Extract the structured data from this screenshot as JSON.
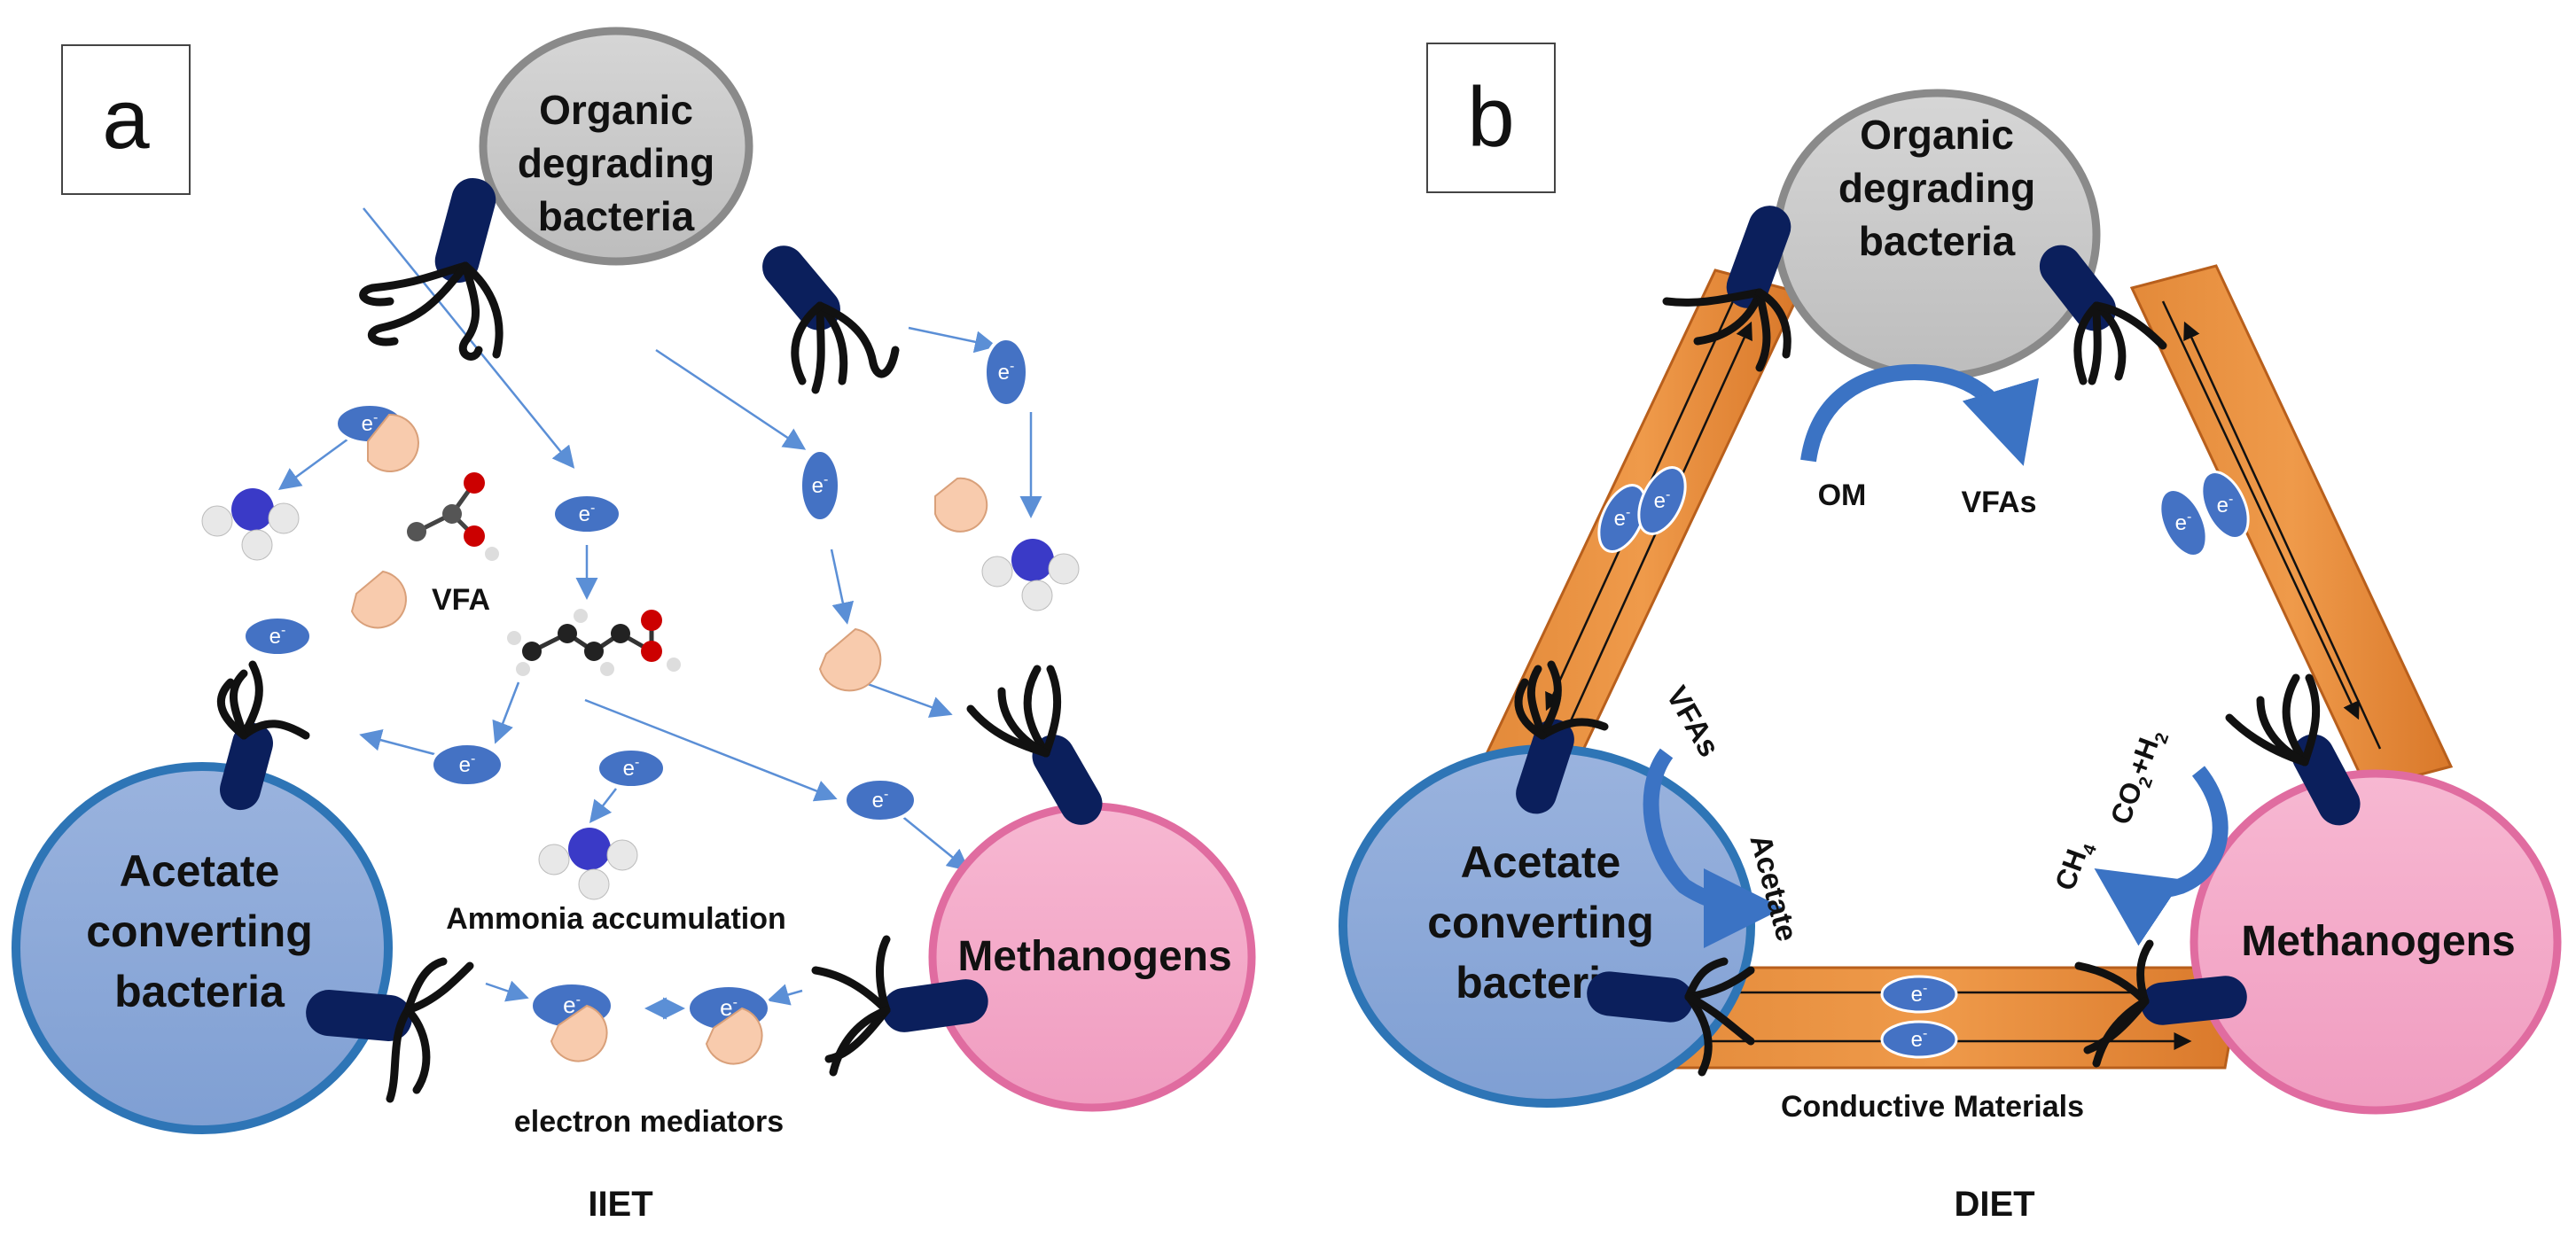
{
  "panel_a": {
    "letter": "a",
    "cells": {
      "organic": [
        "Organic",
        "degrading",
        "bacteria"
      ],
      "acetate": [
        "Acetate",
        "converting",
        "bacteria"
      ],
      "methanogens": "Methanogens"
    },
    "labels": {
      "vfa": "VFA",
      "ammonia": "Ammonia accumulation",
      "mediators": "electron mediators",
      "title": "IIET"
    },
    "electron": "e",
    "electron_sup": "-"
  },
  "panel_b": {
    "letter": "b",
    "cells": {
      "organic": [
        "Organic",
        "degrading",
        "bacteria"
      ],
      "acetate": [
        "Acetate",
        "converting",
        "bacteria"
      ],
      "methanogens": "Methanogens"
    },
    "labels": {
      "om": "OM",
      "vfas_top": "VFAs",
      "vfas_left": "VFAs",
      "acetate": "Acetate",
      "co2": "CO",
      "co2_sub": "2",
      "h2": "+H",
      "h2_sub": "2",
      "ch4": "CH",
      "ch4_sub": "4",
      "conductive": "Conductive Materials",
      "title": "DIET"
    },
    "electron": "e",
    "electron_sup": "-"
  },
  "colors": {
    "organic_fill": "#c8c8c8",
    "organic_stroke": "#7f7f7f",
    "acetate_fill": "#8eaad9",
    "acetate_stroke": "#2e75b6",
    "methanogen_fill": "#f4a7c8",
    "methanogen_stroke": "#e06ca0",
    "electron_fill": "#4472c4",
    "mediator_fill": "#f8cbad",
    "conductive_fill": "#e8812e",
    "arrow": "#5b8fd6",
    "pilus": "#111111",
    "rod": "#0b1f5c"
  }
}
